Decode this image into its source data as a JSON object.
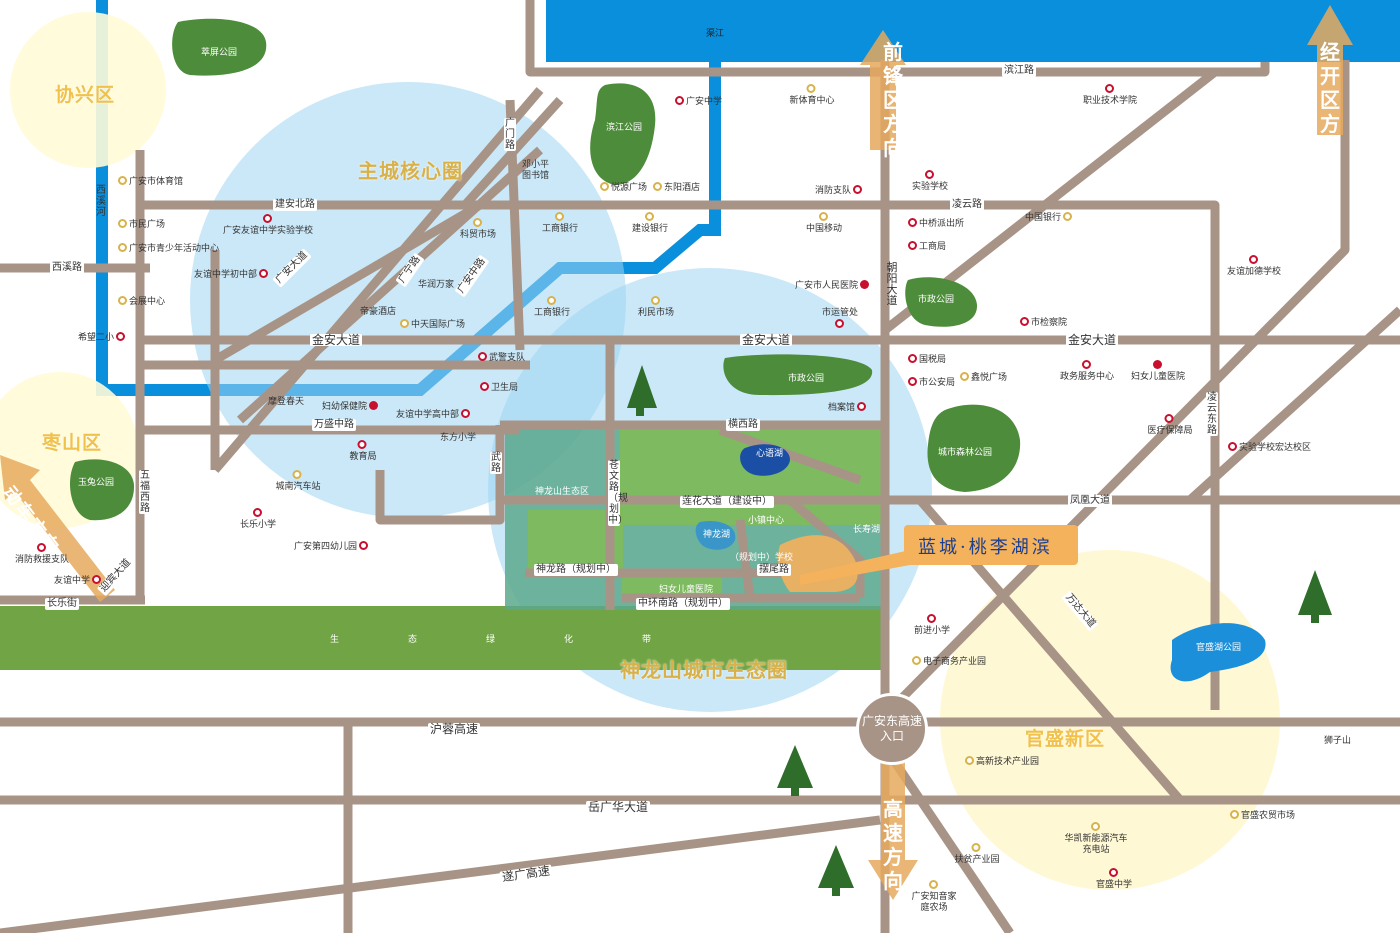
{
  "map": {
    "project_label": "蓝城·桃李湖滨",
    "zones": {
      "core": "主城核心圈",
      "eco": "神龙山城市生态圈",
      "xiexing": "协兴区",
      "zaoshan": "枣山区",
      "guansheng": "官盛新区"
    },
    "directions": {
      "qianfeng": "前锋区方向",
      "jingkai": "经开区方向",
      "dongche": "动车方向",
      "gaosu": "高速方向"
    },
    "exit_label": "广安东高速入口",
    "water": {
      "qujiang": "渠江",
      "xixihe": "西溪河",
      "xinyuhu": "心语湖",
      "shenlonghu": "神龙湖",
      "changshouhu": "长寿湖",
      "guanshenghu": "官盛湖公园"
    },
    "roads": {
      "binjiang": "滨江路",
      "jiananbei": "建安北路",
      "lingyun": "凌云路",
      "xixi": "西溪路",
      "jinan1": "金安大道",
      "jinan2": "金安大道",
      "jinan3": "金安大道",
      "chaoyang": "朝阳大道",
      "guangmen": "广门路",
      "wansheng": "万盛中路",
      "hengxi": "横西路",
      "fenghuang": "凤凰大道",
      "lianhua": "莲花大道（建设中）",
      "shenlong": "神龙路（规划中）",
      "zhonghuannan": "中环南路（规划中）",
      "baiwei": "摆尾路",
      "wuwu": "五福西路",
      "huarong": "沪蓉高速",
      "yueguanghua": "岳广华大道",
      "suiguang": "遂广高速",
      "changle": "长乐街",
      "yingbin": "迎宾大道",
      "wanda": "万达大道",
      "wufu": "武路",
      "lingyundong": "凌云东路",
      "guangan": "广安大道",
      "guangning": "广宁路",
      "guangshen": "广安中路",
      "chunwen": "苍文路（规划中）"
    },
    "pois": {
      "cuiping": "萃屏公园",
      "binjiang_park": "滨江公园",
      "guangan_zx": "广安中学",
      "xinyu_center": "新体育中心",
      "zhiye": "职业技术学院",
      "tiyuguan": "广安市体育馆",
      "dengxiaoping": "邓小平图书馆",
      "xiyuan": "悦源广场",
      "dongyang": "东阳酒店",
      "xiaofang": "消防支队",
      "shiyan": "实验学校",
      "shimin": "市民广场",
      "youyi_shiyan": "广安友谊中学实验学校",
      "kemao": "科贸市场",
      "gongshang1": "工商银行",
      "jianshe": "建设银行",
      "yidong": "中国移动",
      "zhongqiao": "中桥派出所",
      "gongshangju": "工商局",
      "zhongguo_yh": "中国银行",
      "shaonian": "广安市青少年活动中心",
      "youyi_chuzhong": "友谊中学初中部",
      "huarun": "华润万家",
      "youyijiade": "友谊加德学校",
      "huizhan": "会展中心",
      "dihao": "帝豪酒店",
      "zhongtian": "中天国际广场",
      "gongshang2": "工商银行",
      "limin": "利民市场",
      "renmin_yy": "广安市人民医院",
      "shizheng_gy1": "市政公园",
      "shijiancha": "市检察院",
      "xiwang": "希望二小",
      "shiyunguan": "市运管处",
      "wujing": "武警支队",
      "weisheng": "卫生局",
      "shizheng_gy2": "市政公园",
      "guoshui": "国税局",
      "gongan": "市公安局",
      "xinyue": "鑫悦广场",
      "zhengwu": "政务服务中心",
      "fuyou": "妇女儿童医院",
      "moshang": "摩登春天",
      "fuyou_bj": "妇幼保健院",
      "gaozhong": "友谊中学高中部",
      "dongfang": "东方小学",
      "danganguan": "档案馆",
      "senlin": "城市森林公园",
      "yibao": "医疗保障局",
      "shiyan_hongda": "实验学校宏达校区",
      "jiaoyu": "教育局",
      "yutu": "玉兔公园",
      "chengnan": "城南汽车站",
      "changle_xx": "长乐小学",
      "youer4": "广安第四幼儿园",
      "xiaojiu": "消防救援支队",
      "youyi_wufu": "友谊中学",
      "shenlongshan": "神龙山生态区",
      "xiaozhen": "小镇中心",
      "xuexiao": "（规划中）学校",
      "fuyou_er": "妇女儿童医院",
      "qianjin": "前进小学",
      "dianzi": "电子商务产业园",
      "gaoxin": "高新技术产业园",
      "shizishan": "狮子山",
      "nongmao": "官盛农贸市场",
      "fupin": "扶贫产业园",
      "huakai": "华凯新能源汽车充电站",
      "guansheng_zx": "官盛中学",
      "zhiyin": "广安知音家庭农场",
      "lvhua": "生　态　绿　化　带"
    }
  }
}
